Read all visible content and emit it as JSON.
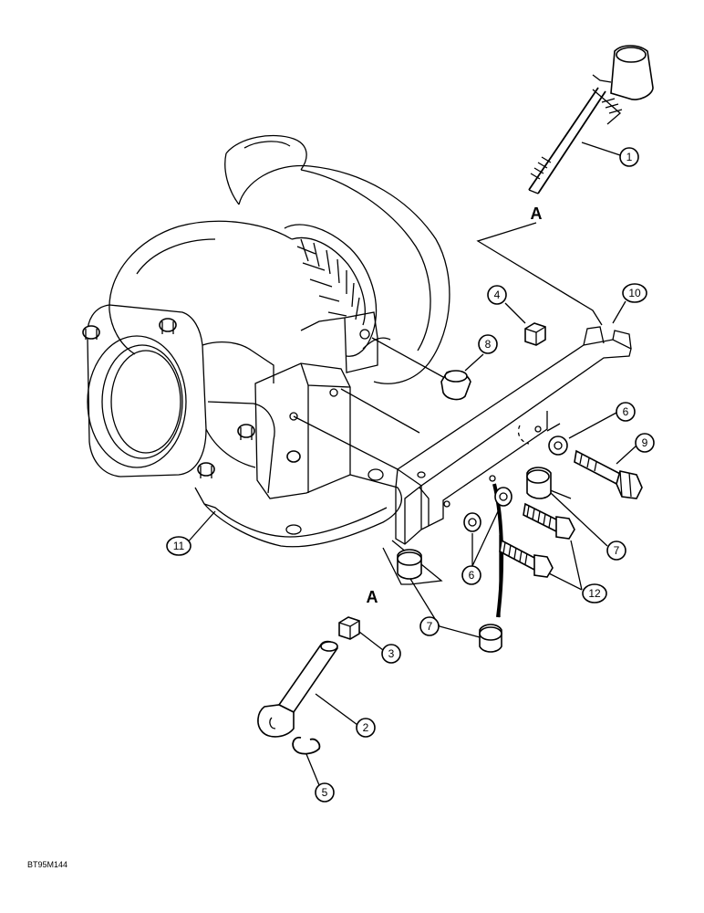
{
  "diagram": {
    "reference_code": "BT95M144",
    "callouts": [
      {
        "label": "1"
      },
      {
        "label": "10"
      },
      {
        "label": "4"
      },
      {
        "label": "8"
      },
      {
        "label": "6"
      },
      {
        "label": "9"
      },
      {
        "label": "7"
      },
      {
        "label": "6"
      },
      {
        "label": "12"
      },
      {
        "label": "11"
      },
      {
        "label": "7"
      },
      {
        "label": "3"
      },
      {
        "label": "2"
      },
      {
        "label": "5"
      }
    ],
    "connection_letters": [
      {
        "label": "A"
      },
      {
        "label": "A"
      }
    ]
  }
}
